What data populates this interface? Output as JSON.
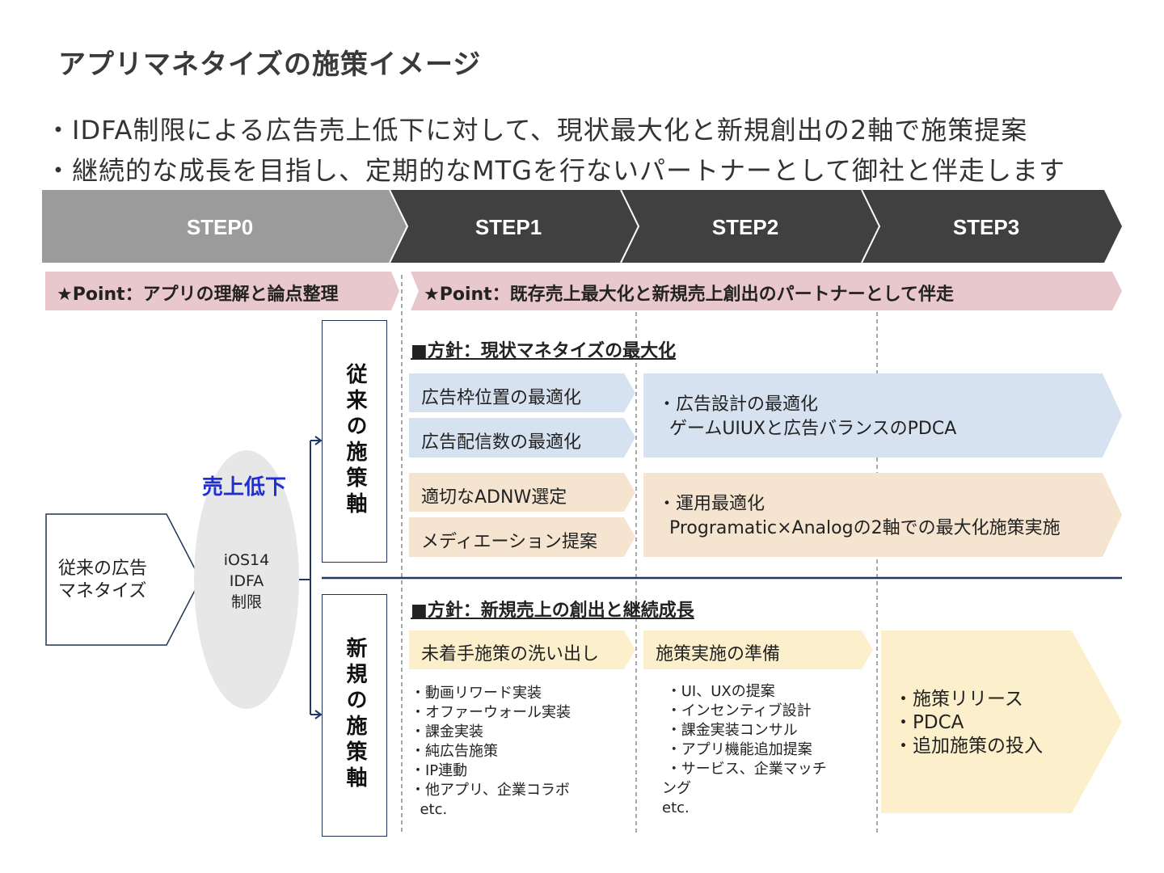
{
  "title": "アプリマネタイズの施策イメージ",
  "bullets": [
    "・IDFA制限による広告売上低下に対して、現状最大化と新規創出の2軸で施策提案",
    "・継続的な成長を目指し、定期的なMTGを行ないパートナーとして御社と伴走します"
  ],
  "steps": [
    "STEP0",
    "STEP1",
    "STEP2",
    "STEP3"
  ],
  "points": {
    "step0": "★Point：アプリの理解と論点整理",
    "rest": "★Point：既存売上最大化と新規売上創出のパートナーとして伴走"
  },
  "left": {
    "current": "従来の広告\nマネタイズ",
    "drop_label": "売上低下",
    "cause": "iOS14\nIDFA\n制限"
  },
  "axes": {
    "existing": "従来の施策軸",
    "new": "新規の施策軸"
  },
  "policy_existing": "■方針：現状マネタイズの最大化",
  "policy_new": "■方針：新規売上の創出と継続成長",
  "existing_items": {
    "ad_position": "広告枠位置の最適化",
    "ad_frequency": "広告配信数の最適化",
    "ad_design": "・広告設計の最適化\n  ゲームUIUXと広告バランスのPDCA",
    "adnw": "適切なADNW選定",
    "mediation": "メディエーション提案",
    "ops": "・運用最適化\n  Programatic×Analogの2軸での最大化施策実施"
  },
  "new_items": {
    "step1_title": "未着手施策の洗い出し",
    "step1_list": "・動画リワード実装\n・オファーウォール実装\n・課金実装\n・純広告施策\n・IP連動\n・他アプリ、企業コラボ\n  etc.",
    "step2_title": "施策実施の準備",
    "step2_list": " ・UI、UXの提案\n ・インセンティブ設計\n ・課金実装コンサル\n ・アプリ機能追加提案\n ・サービス、企業マッチ\nング\netc.",
    "step3_list": "・施策リリース\n・PDCA\n・追加施策の投入"
  },
  "colors": {
    "step0": "#9b9b9b",
    "steps": "#404040",
    "point_bg": "#e8c8cc",
    "blue_box": "#d7e2f1",
    "orange_box": "#f4e4d0",
    "yellow_box": "#fcf0cc",
    "accent_blue": "#1f2fd6",
    "navy": "#1f3864"
  }
}
